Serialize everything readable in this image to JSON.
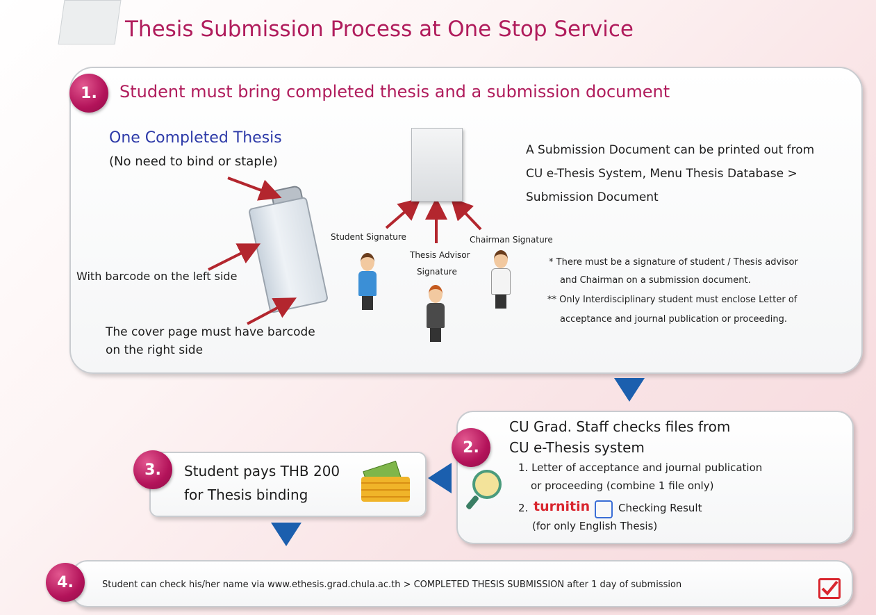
{
  "title": "Thesis Submission Process at One Stop Service",
  "step1": {
    "number": "1.",
    "heading": "Student must bring completed thesis and a submission document",
    "thesis_title": "One Completed Thesis",
    "thesis_note": "(No need to bind or staple)",
    "barcode_left": "With barcode on the left side",
    "cover_line1": "The cover page must have barcode",
    "cover_line2": "on the right side",
    "student_sig": "Student Signature",
    "advisor_sig_1": "Thesis Advisor",
    "advisor_sig_2": "Signature",
    "chairman_sig": "Chairman Signature",
    "doc_line1": "A Submission Document can be printed out from",
    "doc_line2": "CU e-Thesis System, Menu Thesis Database >",
    "doc_line3": "Submission Document",
    "note1_a": "* There must be a signature of student / Thesis advisor",
    "note1_b": "and Chairman on a submission document.",
    "note2_a": "** Only Interdisciplinary student must enclose Letter of",
    "note2_b": "acceptance and journal publication or proceeding."
  },
  "step2": {
    "number": "2.",
    "heading1": "CU Grad. Staff checks files from",
    "heading2": "CU e-Thesis system",
    "item1_a": "1. Letter of acceptance and journal publication",
    "item1_b": "or proceeding (combine 1 file only)",
    "item2_prefix": "2.",
    "turnitin": "turnitin",
    "item2_suffix": "Checking Result",
    "item2_note": "(for only English Thesis)"
  },
  "step3": {
    "number": "3.",
    "line1": "Student pays THB 200",
    "line2": "for Thesis binding"
  },
  "step4": {
    "number": "4.",
    "text": "Student can check his/her name via www.ethesis.grad.chula.ac.th > COMPLETED THESIS SUBMISSION after 1 day of submission"
  },
  "colors": {
    "accent": "#b01c5c",
    "arrow": "#1b5fae",
    "red_arrow": "#b3262e",
    "note_star": "#d9262e"
  }
}
